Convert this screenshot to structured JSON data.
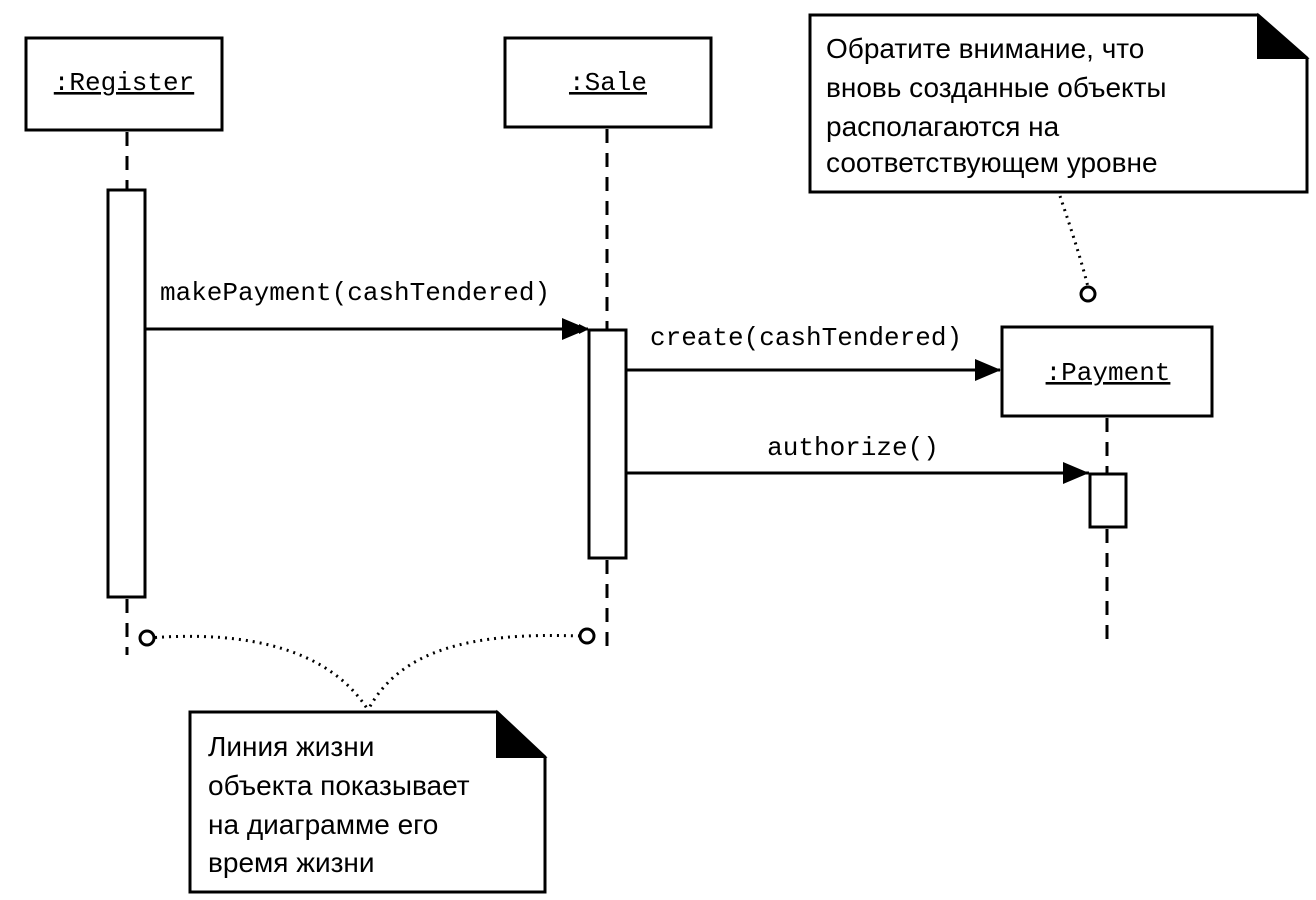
{
  "objects": {
    "register": ":Register",
    "sale": ":Sale",
    "payment": ":Payment"
  },
  "messages": {
    "make_payment": "makePayment(cashTendered)",
    "create": "create(cashTendered)",
    "authorize": "authorize()"
  },
  "notes": {
    "top": {
      "line1": "Обратите внимание, что",
      "line2": "вновь созданные объекты",
      "line3": "располагаются на",
      "line4": "соответствующем уровне"
    },
    "bottom": {
      "line1": "Линия жизни",
      "line2": "объекта показывает",
      "line3": "на диаграмме его",
      "line4": "время жизни"
    }
  }
}
